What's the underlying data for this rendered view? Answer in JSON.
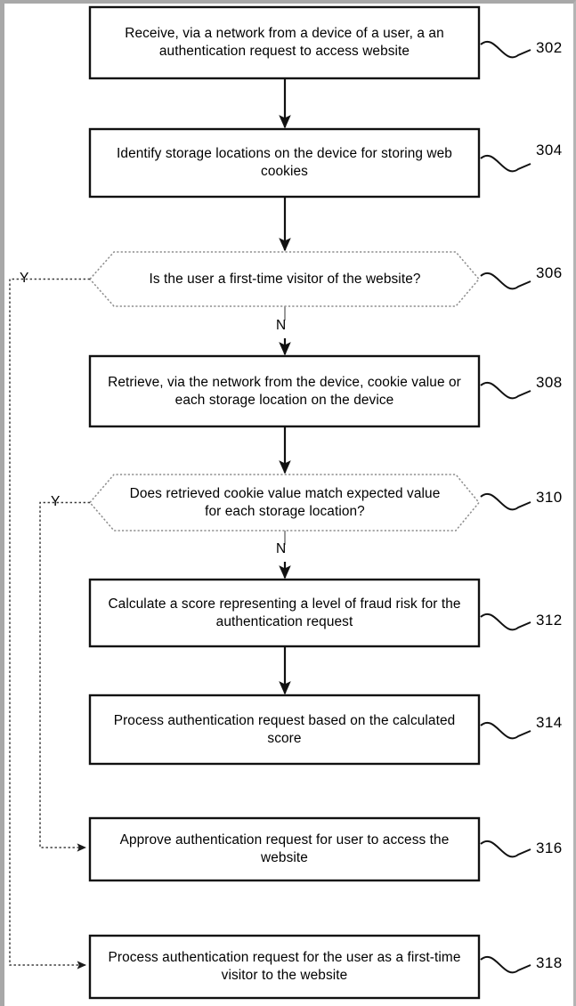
{
  "figure": {
    "type": "patent-flowchart",
    "nodes": [
      {
        "id": "302",
        "shape": "process",
        "text": "Receive, via a network from a device of a user, a an authentication request to access website",
        "ref": "302"
      },
      {
        "id": "304",
        "shape": "process",
        "text": "Identify storage locations on the device for storing web cookies",
        "ref": "304"
      },
      {
        "id": "306",
        "shape": "decision",
        "text": "Is the user a first-time visitor of the website?",
        "ref": "306",
        "yes_label": "Y",
        "no_label": "N"
      },
      {
        "id": "308",
        "shape": "process",
        "text": "Retrieve, via the network from the device, cookie value or each storage location on the device",
        "ref": "308"
      },
      {
        "id": "310",
        "shape": "decision",
        "text": "Does retrieved cookie value match expected value for each storage location?",
        "ref": "310",
        "yes_label": "Y",
        "no_label": "N"
      },
      {
        "id": "312",
        "shape": "process",
        "text": "Calculate a score representing a level of fraud risk for the authentication request",
        "ref": "312"
      },
      {
        "id": "314",
        "shape": "process",
        "text": "Process authentication request based on the calculated score",
        "ref": "314"
      },
      {
        "id": "316",
        "shape": "process",
        "text": "Approve authentication request for user to access the website",
        "ref": "316"
      },
      {
        "id": "318",
        "shape": "process",
        "text": "Process authentication request for the user as a first-time visitor to the website",
        "ref": "318"
      }
    ],
    "edges": [
      {
        "from": "302",
        "to": "304",
        "label": ""
      },
      {
        "from": "304",
        "to": "306",
        "label": ""
      },
      {
        "from": "306",
        "to": "308",
        "label": "N"
      },
      {
        "from": "306",
        "to": "318",
        "label": "Y"
      },
      {
        "from": "308",
        "to": "310",
        "label": ""
      },
      {
        "from": "310",
        "to": "312",
        "label": "N"
      },
      {
        "from": "310",
        "to": "316",
        "label": "Y"
      },
      {
        "from": "312",
        "to": "314",
        "label": ""
      }
    ],
    "colors": {
      "ink": "#000000",
      "paper": "#ffffff",
      "scan_edge": "#a8a8a8",
      "faint_line": "#9a9a9a"
    }
  }
}
